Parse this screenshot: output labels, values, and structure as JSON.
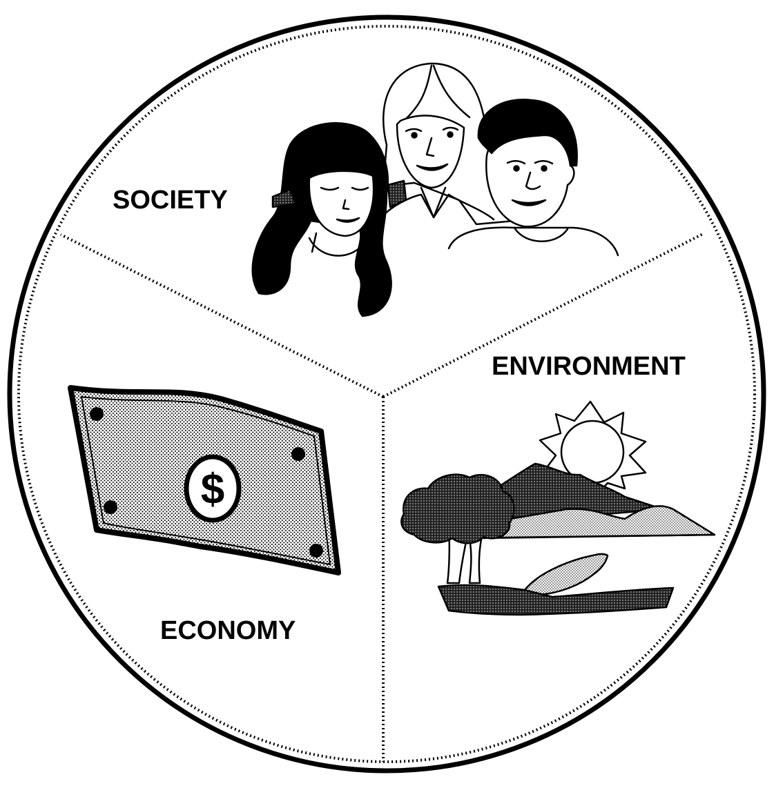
{
  "sections": {
    "society": {
      "label": "SOCIETY"
    },
    "environment": {
      "label": "ENVIRONMENT"
    },
    "economy": {
      "label": "ECONOMY",
      "bill_symbol": "$"
    }
  }
}
